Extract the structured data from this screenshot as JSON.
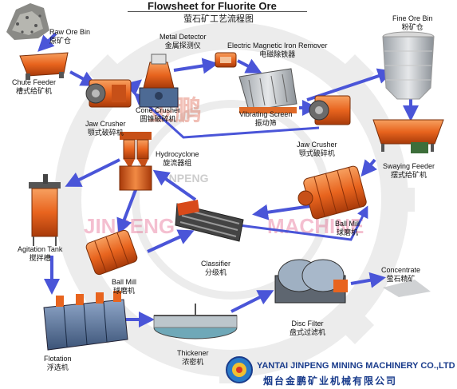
{
  "title": {
    "en": "Flowsheet for Fluorite Ore",
    "zh": "萤石矿工艺流程图"
  },
  "watermark": {
    "brand_zh": "金鹏",
    "brand_en": "JINPENG",
    "machine": "MACHINE"
  },
  "equipment": {
    "raw_ore_bin": {
      "en": "Raw Ore Bin",
      "zh": "原矿仓"
    },
    "chute_feeder": {
      "en": "Chute Feeder",
      "zh": "槽式给矿机"
    },
    "jaw_crusher_1": {
      "en": "Jaw Crusher",
      "zh": "颚式破碎机"
    },
    "cone_crusher": {
      "en": "Cone Crusher",
      "zh": "圆锥破碎机"
    },
    "metal_detector": {
      "en": "Metal Detector",
      "zh": "金属探测仪"
    },
    "iron_remover": {
      "en": "Electric Magnetic Iron Remover",
      "zh": "电磁除铁器"
    },
    "vibrating_screen": {
      "en": "Vibrating Screen",
      "zh": "振动筛"
    },
    "jaw_crusher_2": {
      "en": "Jaw Crusher",
      "zh": "颚式破碎机"
    },
    "fine_ore_bin": {
      "en": "Fine Ore Bin",
      "zh": "粉矿仓"
    },
    "swaying_feeder": {
      "en": "Swaying Feeder",
      "zh": "摆式给矿机"
    },
    "hydrocyclone": {
      "en": "Hydrocyclone",
      "zh": "旋流器组"
    },
    "ball_mill_1": {
      "en": "Ball Mill",
      "zh": "球磨机"
    },
    "classifier": {
      "en": "Classifier",
      "zh": "分级机"
    },
    "agitation_tank": {
      "en": "Agitation Tank",
      "zh": "搅拌槽"
    },
    "ball_mill_2": {
      "en": "Ball Mill",
      "zh": "球磨机"
    },
    "flotation": {
      "en": "Flotation",
      "zh": "浮选机"
    },
    "thickener": {
      "en": "Thickener",
      "zh": "浓密机"
    },
    "disc_filter": {
      "en": "Disc Filter",
      "zh": "盘式过滤机"
    },
    "concentrate": {
      "en": "Concentrate",
      "zh": "萤石精矿"
    }
  },
  "company": {
    "en": "YANTAI JINPENG MINING MACHINERY CO.,LTD",
    "zh": "烟台金鹏矿业机械有限公司"
  },
  "colors": {
    "arrow": "#4a55d8",
    "equipment_orange": "#e8641e",
    "company_blue": "#1a3c8c"
  }
}
